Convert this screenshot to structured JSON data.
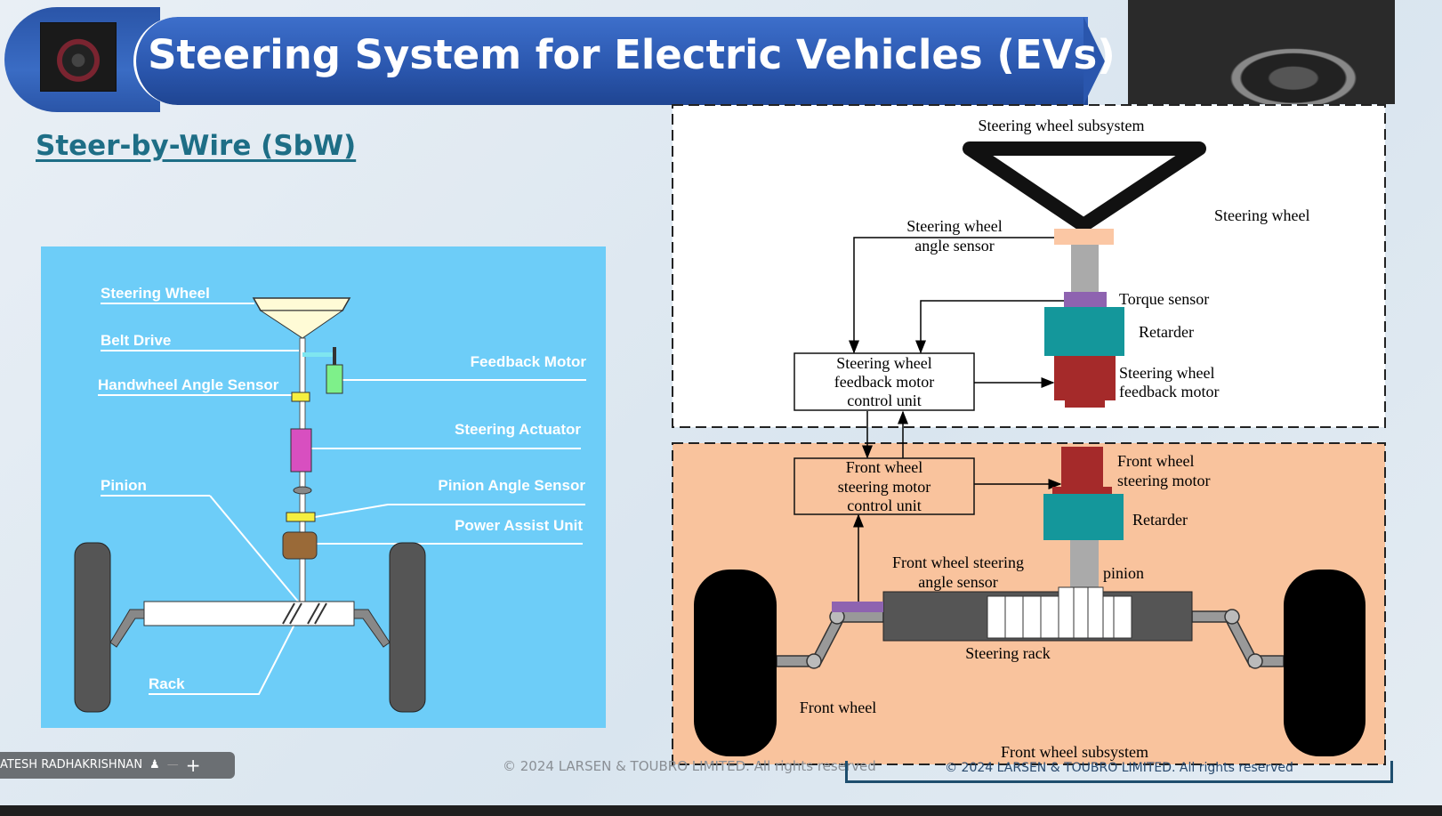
{
  "header": {
    "title": "Steering System for Electric Vehicles (EVs)"
  },
  "subtitle": "Steer-by-Wire (SbW)",
  "left_diagram": {
    "labels": {
      "steering_wheel": "Steering Wheel",
      "belt_drive": "Belt Drive",
      "handwheel_angle_sensor": "Handwheel Angle Sensor",
      "feedback_motor": "Feedback Motor",
      "steering_actuator": "Steering Actuator",
      "pinion": "Pinion",
      "pinion_angle_sensor": "Pinion Angle Sensor",
      "power_assist_unit": "Power Assist Unit",
      "rack": "Rack"
    },
    "colors": {
      "background": "#6dcdf8"
    }
  },
  "right_diagram": {
    "top": {
      "title": "Steering wheel subsystem",
      "steering_wheel": "Steering wheel",
      "angle_sensor": [
        "Steering wheel",
        "angle sensor"
      ],
      "torque_sensor": "Torque sensor",
      "retarder": "Retarder",
      "feedback_motor": [
        "Steering wheel",
        "feedback motor"
      ],
      "control_unit": [
        "Steering wheel",
        "feedback motor",
        "control unit"
      ]
    },
    "bottom": {
      "title": "Front wheel subsystem",
      "control_unit": [
        "Front wheel",
        "steering motor",
        "control unit"
      ],
      "motor": [
        "Front wheel",
        "steering motor"
      ],
      "retarder": "Retarder",
      "pinion": "pinion",
      "angle_sensor": [
        "Front wheel steering",
        "angle sensor"
      ],
      "rack": "Steering rack",
      "front_wheel": "Front wheel"
    },
    "colors": {
      "peach": "#f9c39d",
      "teal": "#14979b",
      "red": "#a52a2a",
      "purple": "#8e63b0",
      "sensor": "#fbc7a4"
    }
  },
  "footer": {
    "presenter": "ATESH RADHAKRISHNAN",
    "copyright": "© 2024 LARSEN & TOUBRO LIMITED. All rights reserved",
    "copyright_ghost": "© 2024 LARSEN & TOUBRO LIMITED. All rights reserved"
  }
}
